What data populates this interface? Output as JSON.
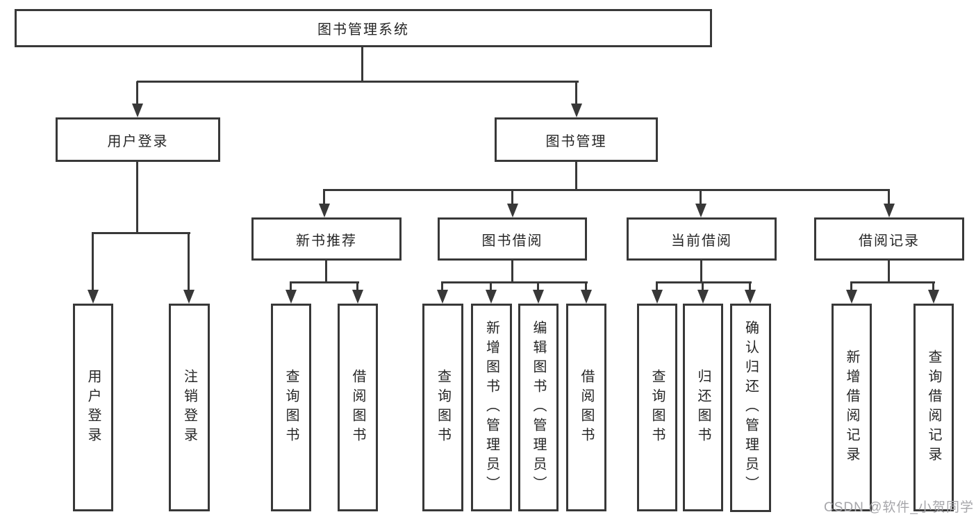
{
  "diagram": {
    "title": "图书管理系统",
    "root": {
      "label": "图书管理系统"
    },
    "level2": [
      {
        "label": "用户登录"
      },
      {
        "label": "图书管理"
      }
    ],
    "level3": [
      {
        "label": "新书推荐"
      },
      {
        "label": "图书借阅"
      },
      {
        "label": "当前借阅"
      },
      {
        "label": "借阅记录"
      }
    ],
    "leaves": {
      "user": [
        {
          "label": "用户登录"
        },
        {
          "label": "注销登录"
        }
      ],
      "recommend": [
        {
          "label": "查询图书"
        },
        {
          "label": "借阅图书"
        }
      ],
      "borrow": [
        {
          "label": "查询图书"
        },
        {
          "label": "新增图书（管理员）"
        },
        {
          "label": "编辑图书（管理员）"
        },
        {
          "label": "借阅图书"
        }
      ],
      "current": [
        {
          "label": "查询图书"
        },
        {
          "label": "归还图书"
        },
        {
          "label": "确认归还（管理员）"
        }
      ],
      "records": [
        {
          "label": "新增借阅记录"
        },
        {
          "label": "查询借阅记录"
        }
      ]
    }
  },
  "watermark": {
    "text": "CSDN @软件_小贺同学"
  },
  "colors": {
    "line": "#383838",
    "text": "#262626",
    "background": "#ffffff",
    "watermark": "#a6a6aa"
  }
}
